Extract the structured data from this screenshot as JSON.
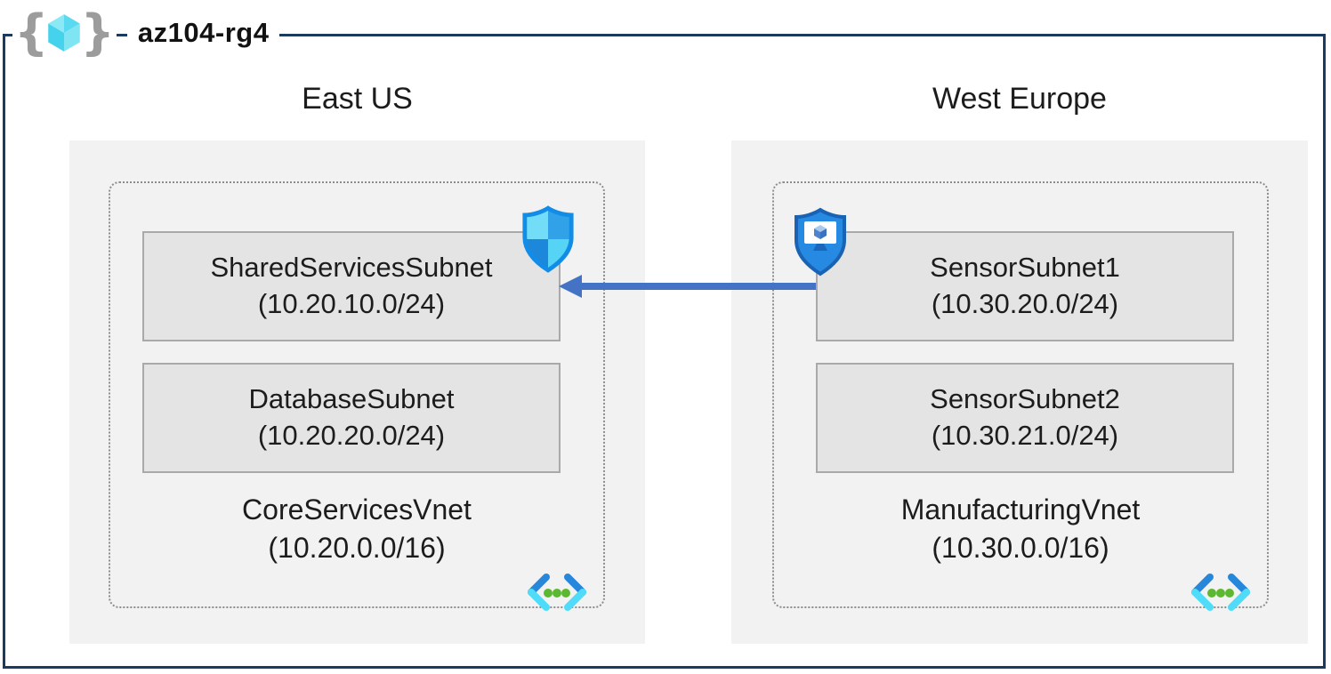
{
  "resource_group": {
    "name": "az104-rg4",
    "icon": "resource-group-icon"
  },
  "regions": [
    {
      "name": "East US",
      "vnet": {
        "name": "CoreServicesVnet",
        "cidr": "(10.20.0.0/16)",
        "icon": "virtual-network-icon",
        "subnets": [
          {
            "name": "SharedServicesSubnet",
            "cidr": "(10.20.10.0/24)",
            "badge_icon": "network-security-group-shield-icon"
          },
          {
            "name": "DatabaseSubnet",
            "cidr": "(10.20.20.0/24)"
          }
        ]
      }
    },
    {
      "name": "West Europe",
      "vnet": {
        "name": "ManufacturingVnet",
        "cidr": "(10.30.0.0/16)",
        "icon": "virtual-network-icon",
        "subnets": [
          {
            "name": "SensorSubnet1",
            "cidr": "(10.30.20.0/24)",
            "badge_icon": "shield-monitor-icon"
          },
          {
            "name": "SensorSubnet2",
            "cidr": "(10.30.21.0/24)"
          }
        ]
      }
    }
  ],
  "connection": {
    "from_subnet": "SensorSubnet1",
    "to_subnet": "SharedServicesSubnet",
    "arrow_direction": "left",
    "color": "#4472C4"
  },
  "colors": {
    "frame": "#1C3A5E",
    "region_bg": "#F2F2F2",
    "subnet_bg": "#E4E4E4",
    "subnet_border": "#A9A9A9",
    "vnet_border": "#8C8C8C",
    "arrow": "#4472C4",
    "azure_blue": "#2787DA",
    "azure_cyan": "#50DCF8",
    "green_dot": "#5CB831"
  }
}
